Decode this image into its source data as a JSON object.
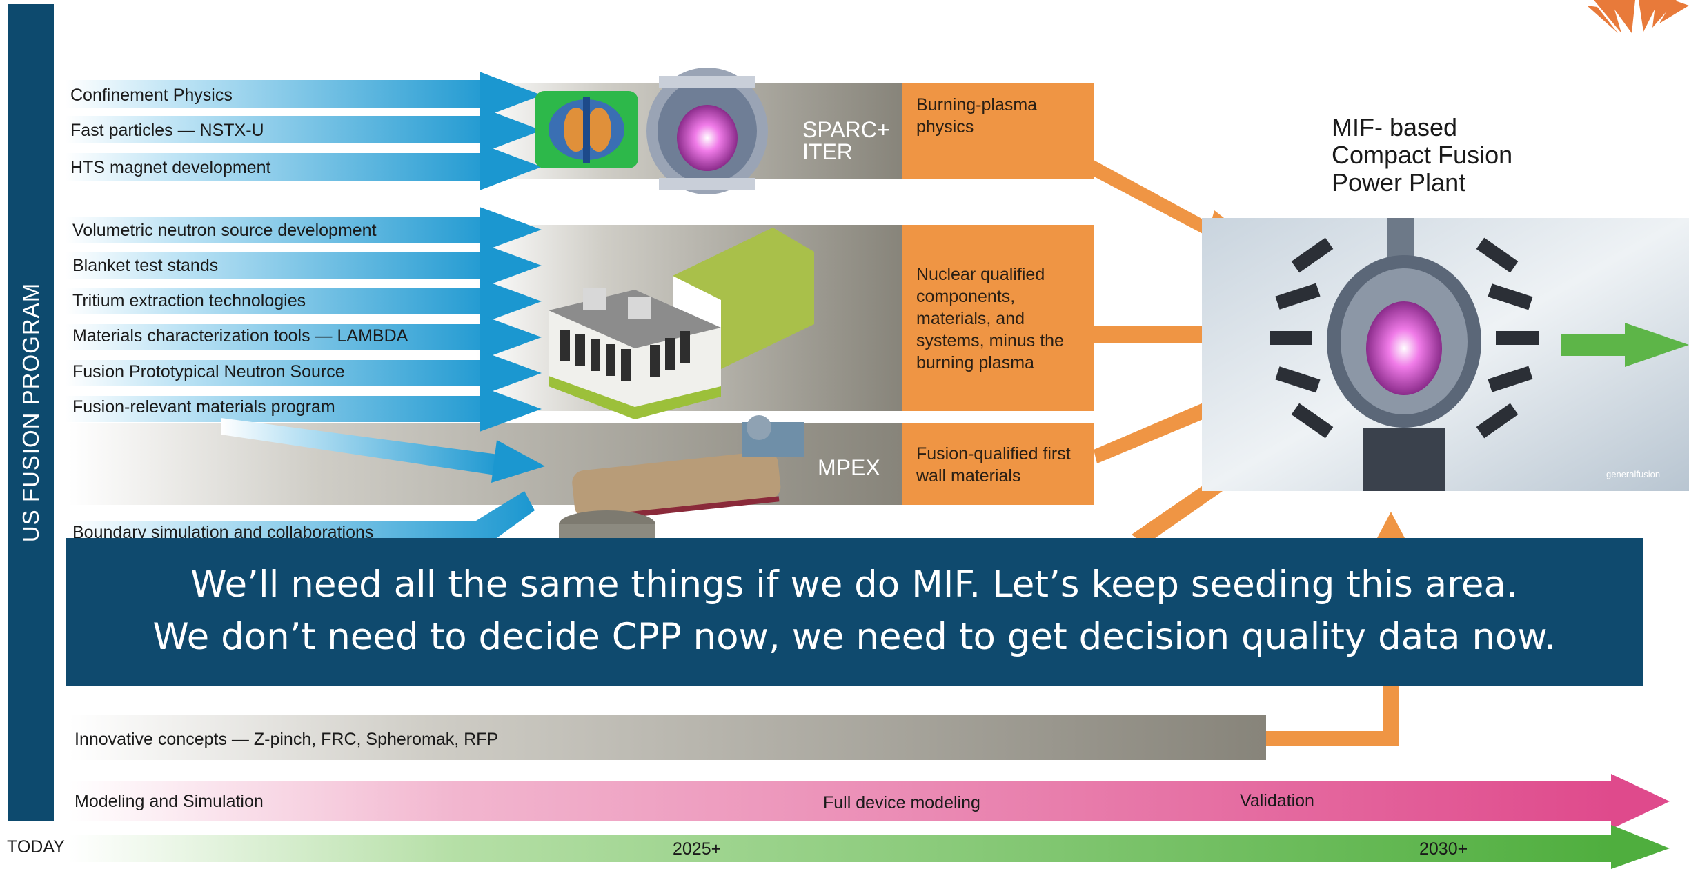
{
  "sidebar": {
    "title": "US FUSION PROGRAM"
  },
  "inputs_group1": [
    "Confinement Physics",
    "Fast particles — NSTX-U",
    "HTS magnet development"
  ],
  "inputs_group2": [
    "Volumetric neutron source development",
    "Blanket test stands",
    "Tritium extraction technologies",
    "Materials characterization tools — LAMBDA",
    "Fusion Prototypical Neutron Source",
    "Fusion-relevant materials program"
  ],
  "boundary_label": "Boundary simulation and collaborations",
  "facilities": {
    "sparc_label": "SPARC+\nITER",
    "mpex_label": "MPEX"
  },
  "outcomes": {
    "burning_plasma": "Burning-plasma physics",
    "nuclear_qualified": "Nuclear qualified components, materials, and systems, minus the burning plasma",
    "first_wall": "Fusion-qualified first wall materials"
  },
  "target": {
    "title": "MIF- based\nCompact Fusion\nPower Plant",
    "brand_text": "generalfusion"
  },
  "overlay": {
    "line1": "We’ll need all the same things if we do MIF.  Let’s keep seeding this area.",
    "line2": "We don’t need to decide CPP now, we need to get decision quality data now."
  },
  "innovative_label": "Innovative concepts — Z-pinch, FRC, Spheromak, RFP",
  "modeling": {
    "label": "Modeling and Simulation",
    "mid": "Full device modeling",
    "end": "Validation"
  },
  "timeline": {
    "start": "TODAY",
    "mid": "2025+",
    "end": "2030+"
  },
  "colors": {
    "navy": "#0d4a6e",
    "orange": "#ef9544",
    "blue_arrow": "#1f9ad0",
    "pink": "#e0468b",
    "green": "#5db548"
  }
}
